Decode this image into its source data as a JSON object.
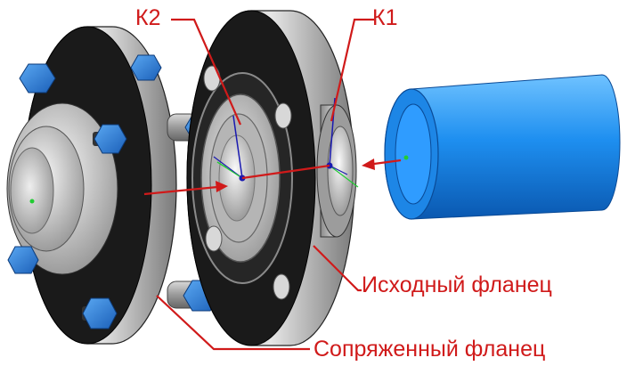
{
  "labels": {
    "k2": "К2",
    "k1": "К1",
    "source_flange": "Исходный фланец",
    "mating_flange": "Сопряженный фланец"
  },
  "colors": {
    "callout": "#d01a1a",
    "bolt": "#2a78d6",
    "cylinder": "#1e8ff0",
    "flange": "#c9c9c9",
    "flange_edge": "#111111",
    "coordinate_frame": "#1a1ab0",
    "marker": "#22cc33"
  },
  "icons": {
    "bolt": "hex-bolt-icon",
    "connector_point": "connector-point-icon"
  }
}
